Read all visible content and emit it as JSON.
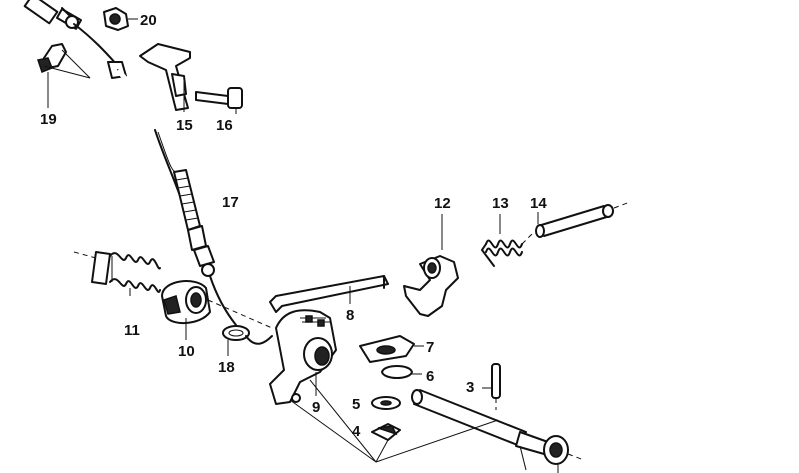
{
  "diagram": {
    "callouts": [
      {
        "id": "1",
        "text": "20"
      },
      {
        "id": "2",
        "text": "19"
      },
      {
        "id": "3",
        "text": "15"
      },
      {
        "id": "4",
        "text": "16"
      },
      {
        "id": "5",
        "text": "17"
      },
      {
        "id": "6",
        "text": "12"
      },
      {
        "id": "7",
        "text": "13"
      },
      {
        "id": "8",
        "text": "14"
      },
      {
        "id": "9",
        "text": "8"
      },
      {
        "id": "10",
        "text": "11"
      },
      {
        "id": "11",
        "text": "10"
      },
      {
        "id": "12",
        "text": "18"
      },
      {
        "id": "13",
        "text": "9"
      },
      {
        "id": "14",
        "text": "7"
      },
      {
        "id": "15",
        "text": "6"
      },
      {
        "id": "16",
        "text": "3"
      },
      {
        "id": "17",
        "text": "5"
      },
      {
        "id": "18",
        "text": "4"
      }
    ]
  }
}
